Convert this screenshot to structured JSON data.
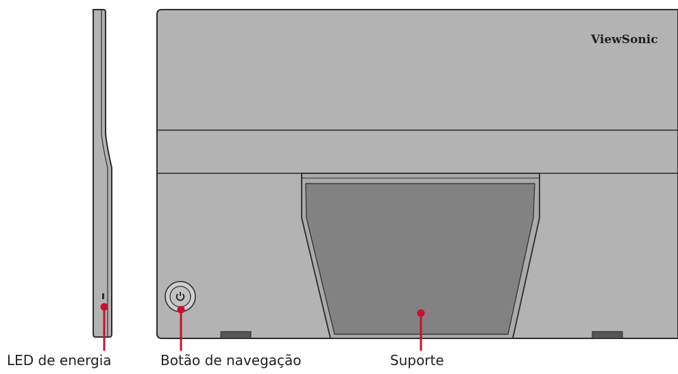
{
  "brand": "ViewSonic",
  "callouts": {
    "power_led": "LED de energia",
    "nav_button": "Botão de navegação",
    "stand": "Suporte"
  },
  "icons": {
    "power": "power-icon"
  },
  "colors": {
    "monitor_body": "#b3b3b3",
    "stand": "#828282",
    "outline": "#2a2a2a",
    "callout": "#c8102e"
  }
}
